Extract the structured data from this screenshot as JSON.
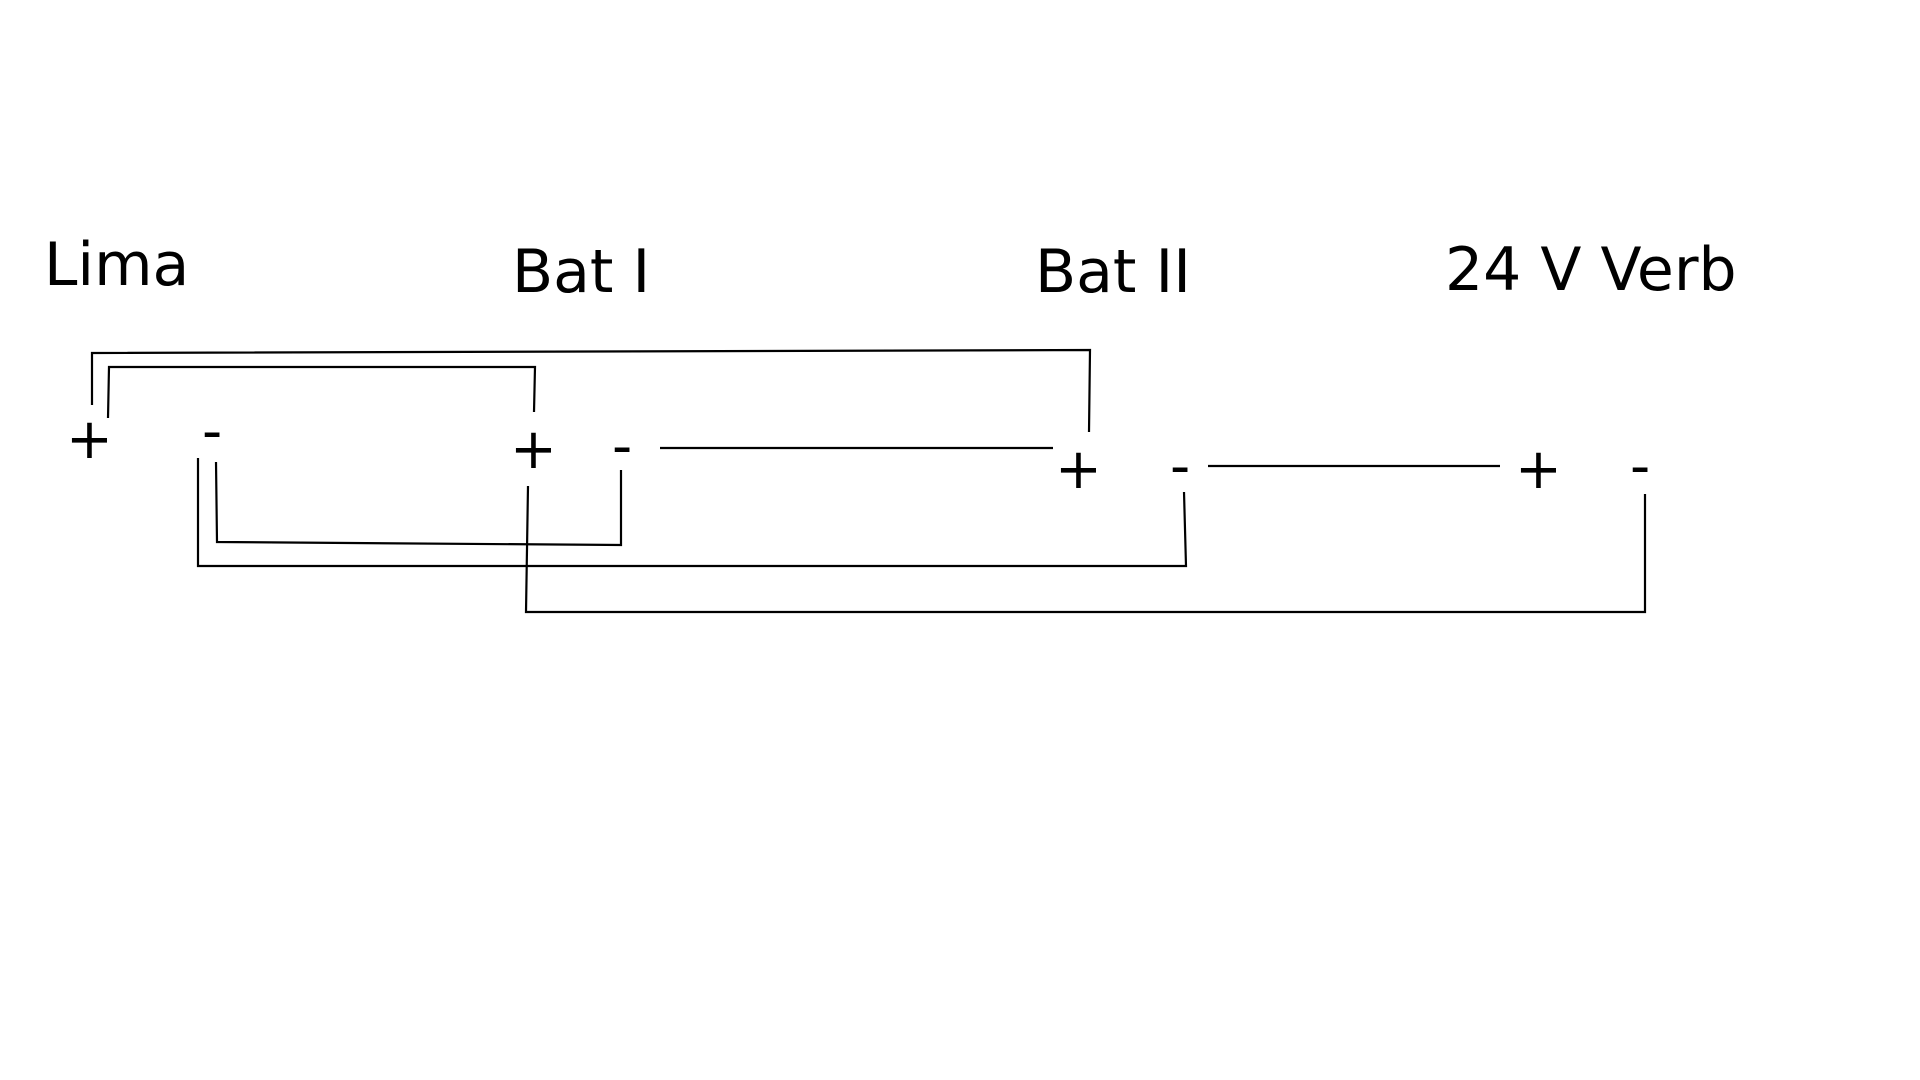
{
  "diagram": {
    "colors": {
      "background": "#ffffff",
      "ink": "#000000"
    },
    "components": [
      {
        "id": "lima",
        "label": "Lima",
        "plus": "+",
        "minus": "-"
      },
      {
        "id": "bat1",
        "label": "Bat I",
        "plus": "+",
        "minus": "-"
      },
      {
        "id": "bat2",
        "label": "Bat II",
        "plus": "+",
        "minus": "-"
      },
      {
        "id": "verb",
        "label": "24 V Verb",
        "plus": "+",
        "minus": "-"
      }
    ]
  }
}
